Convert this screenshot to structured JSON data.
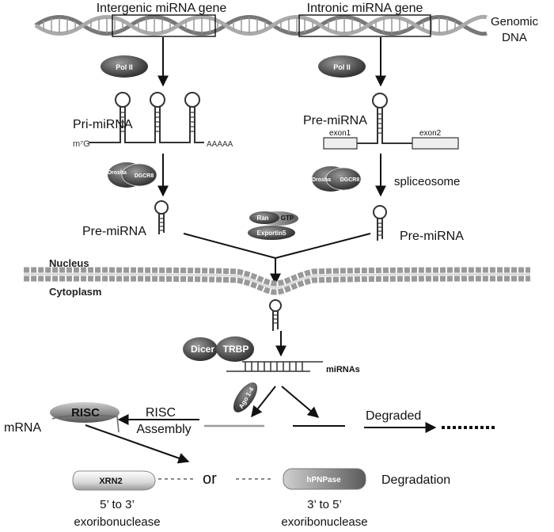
{
  "genes": {
    "intergenic": "Intergenic miRNA gene",
    "intronic": "Intronic miRNA gene",
    "genomic_line1": "Genomic",
    "genomic_line2": "DNA"
  },
  "left_path": {
    "pol": "Pol II",
    "pri_mirna": "Pri-miRNA",
    "cap": "m⁷G",
    "polya": "AAAAA",
    "drosha": "Drosha",
    "dgcr8": "DGCR8",
    "pre_mirna": "Pre-miRNA"
  },
  "right_path": {
    "pol": "Pol II",
    "pre_mirna_top": "Pre-miRNA",
    "exon1": "exon1",
    "exon2": "exon2",
    "drosha": "Drosha",
    "dgcr8": "DGCR8",
    "spliceosome": "spliceosome",
    "pre_mirna": "Pre-miRNA"
  },
  "export": {
    "ran": "Ran",
    "gtp": "GTP",
    "exportin": "Exportin5"
  },
  "membrane": {
    "nucleus": "Nucleus",
    "cytoplasm": "Cytoplasm"
  },
  "processing": {
    "dicer": "Dicer",
    "trbp": "TRBP",
    "mirnas": "miRNAs",
    "ago": "Ago 1-4"
  },
  "fate": {
    "risc": "RISC",
    "mrna": "mRNA",
    "risc_assembly_1": "RISC",
    "risc_assembly_2": "Assembly",
    "degraded": "Degraded",
    "xrn2": "XRN2",
    "or": "or",
    "hpnpase": "hPNPase",
    "degradation": "Degradation",
    "xrn2_desc_1": "5’ to 3’",
    "xrn2_desc_2": "exoribonuclease",
    "hpnpase_desc_1": "3’ to 5’",
    "hpnpase_desc_2": "exoribonuclease"
  }
}
